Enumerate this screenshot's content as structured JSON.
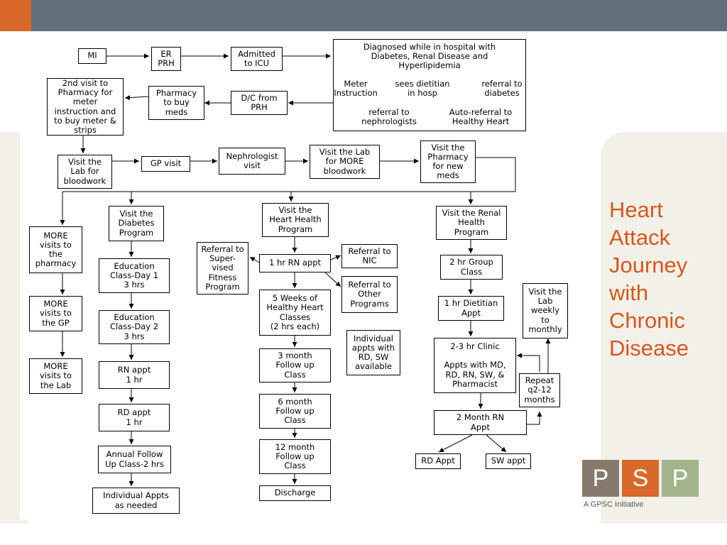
{
  "slide": {
    "title": "Heart\nAttack\nJourney\nwith\nChronic\nDisease",
    "colors": {
      "topbar": "#627079",
      "accent": "#d9692a",
      "title": "#d9561b",
      "background": "#f1f1ea"
    }
  },
  "logo": {
    "letters": [
      "P",
      "S",
      "P"
    ],
    "colors": [
      "#877a6c",
      "#d9692a",
      "#a3b48a"
    ],
    "tagline": "A GPSC Initiative"
  },
  "flow": {
    "nodes": {
      "mi": "MI",
      "er": "ER\nPRH",
      "icu": "Admitted\nto ICU",
      "diagnosed": "Diagnosed while in hospital with\nDiabetes, Renal Disease and\nHyperlipidemia",
      "pharmacy2nd": "2nd visit to\nPharmacy for\nmeter\ninstruction and\nto buy meter &\nstrips",
      "pharmacybuy": "Pharmacy\nto buy\nmeds",
      "dc": "D/C from\nPRH",
      "lab1": "Visit the\nLab for\nbloodwork",
      "gp": "GP visit",
      "nephro": "Nephrologist\nvisit",
      "lab2": "Visit the Lab\nfor MORE\nbloodwork",
      "pharmnew": "Visit the\nPharmacy\nfor new\nmeds",
      "morepharm": "MORE\nvisits to\nthe\npharmacy",
      "moregp": "MORE\nvisits to\nthe GP",
      "morelab": "MORE\nvisits to\nthe Lab",
      "diabprog": "Visit the\nDiabetes\nProgram",
      "edu1": "Education\nClass-Day 1\n3 hrs",
      "edu2": "Education\nClass-Day 2\n3 hrs",
      "rn": "RN appt\n1 hr",
      "rd": "RD appt\n1 hr",
      "annual": "Annual Follow\nUp Class-2 hrs",
      "indiv": "Individual Appts\nas needed",
      "hhprog": "Visit the\nHeart Health\nProgram",
      "fitness": "Referral to\nSuper-\nvised\nFitness\nProgram",
      "rn1hr": "1 hr RN appt",
      "nic": "Referral to\nNIC",
      "other": "Referral to\nOther\nPrograms",
      "weeks5": "5 Weeks of\nHealthy Heart\nClasses\n(2 hrs each)",
      "indivrd": "Individual\nappts with\nRD, SW\navailable",
      "m3": "3 month\nFollow up\nClass",
      "m6": "6 month\nFollow up\nClass",
      "m12": "12 month\nFollow up\nClass",
      "discharge": "Discharge",
      "renal": "Visit the Renal\nHealth\nProgram",
      "group2": "2 hr Group\nClass",
      "diet": "1 hr Dietitian\nAppt",
      "clinic": "2-3 hr Clinic\n\nAppts with MD,\nRD, RN, SW, &\nPharmacist",
      "rn2m": "2 Month RN\nAppt",
      "rdappt": "RD Appt",
      "swappt": "SW appt",
      "repeat": "Repeat\nq2-12\nmonths",
      "labweekly": "Visit the\nLab\nweekly\nto\nmonthly"
    },
    "free_text": {
      "meter": "Meter\nInstruction",
      "dietitian": "sees dietitian\nin hosp",
      "refdiab": "referral to\ndiabetes",
      "refneph": "referral to\nnephrologists",
      "autoref": "Auto-referral to\nHealthy Heart"
    }
  }
}
